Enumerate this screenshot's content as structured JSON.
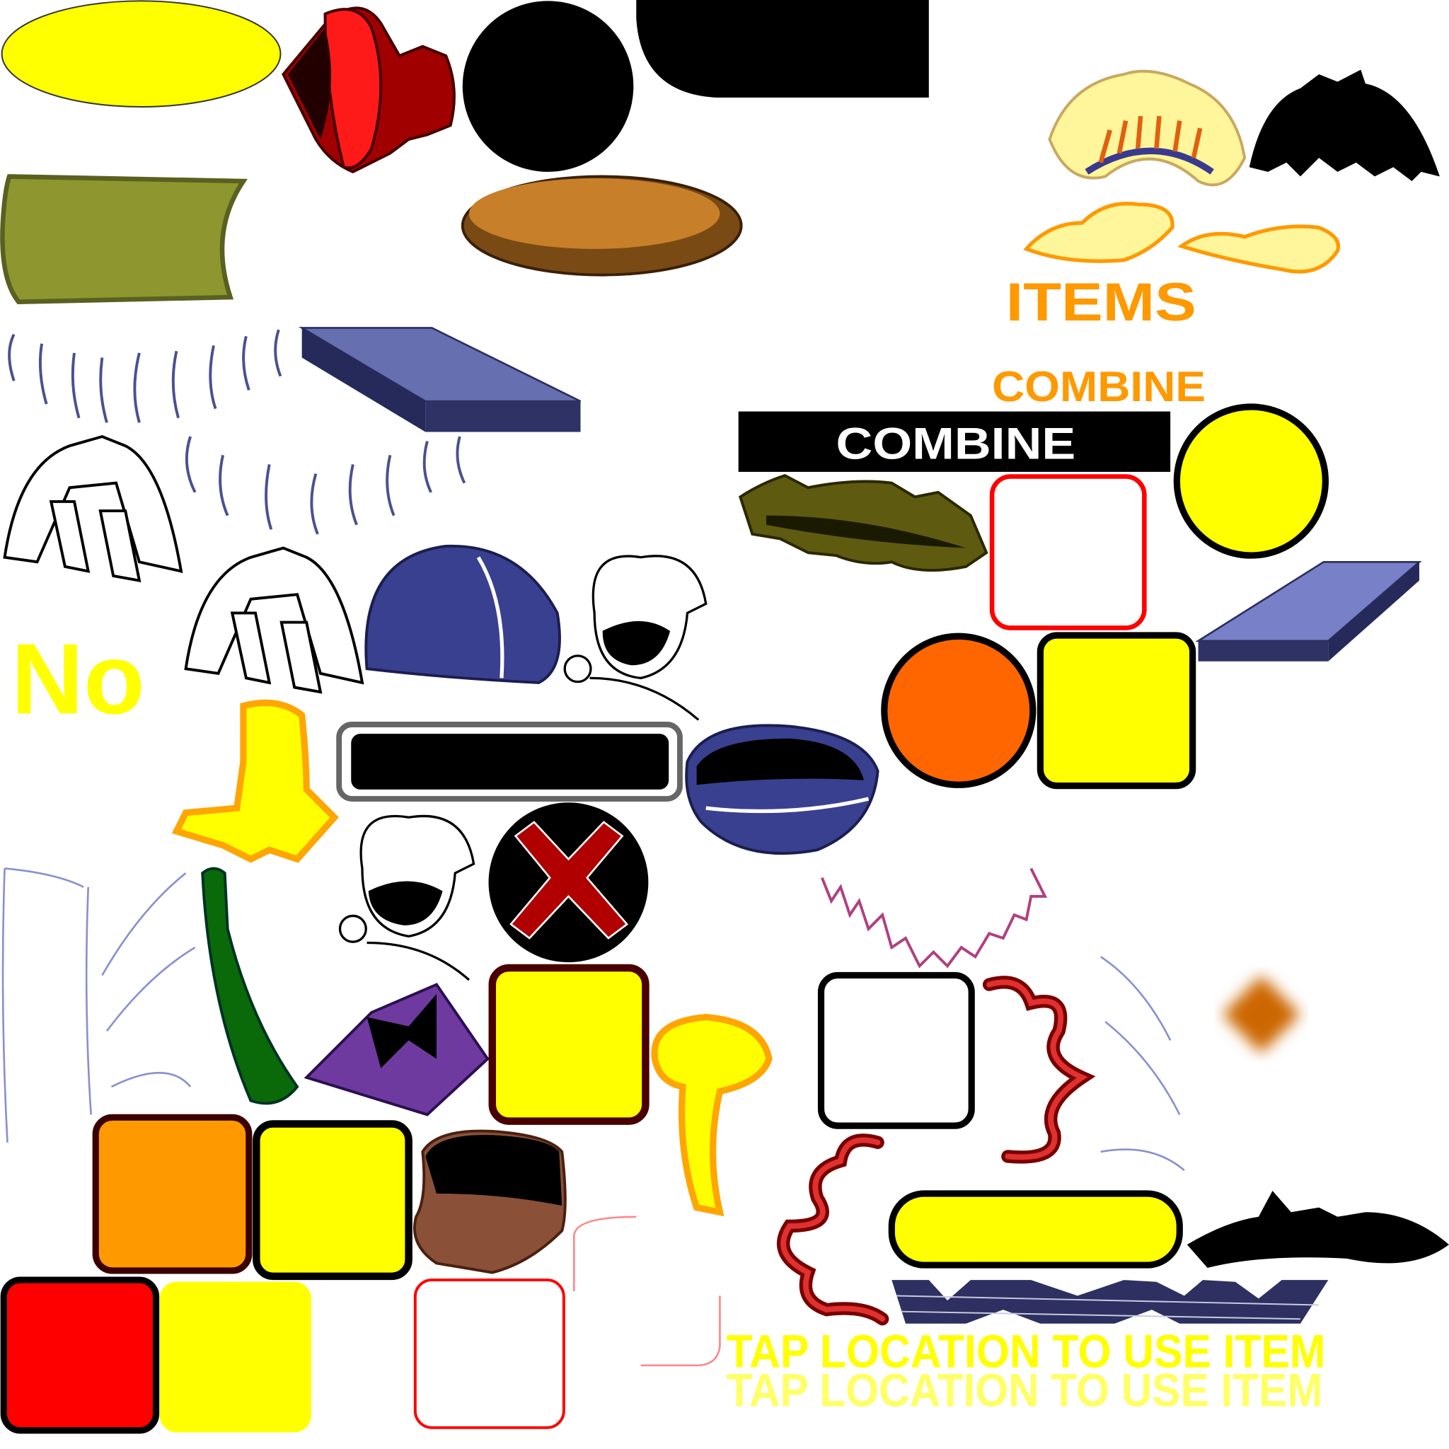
{
  "texts": {
    "items": "ITEMS",
    "combine_orange": "COMBINE",
    "combine_button": "COMBINE",
    "no": "No",
    "tap_hint": "TAP LOCATION TO USE ITEM",
    "tap_hint_faded": "TAP LOCATION TO USE ITEM"
  },
  "colors": {
    "orange_text": "#FF9900",
    "yellow": "#FFFF00",
    "pale_yellow": "#FFFF66",
    "slot_red": "#FF0000",
    "navy": "#2D3060"
  }
}
